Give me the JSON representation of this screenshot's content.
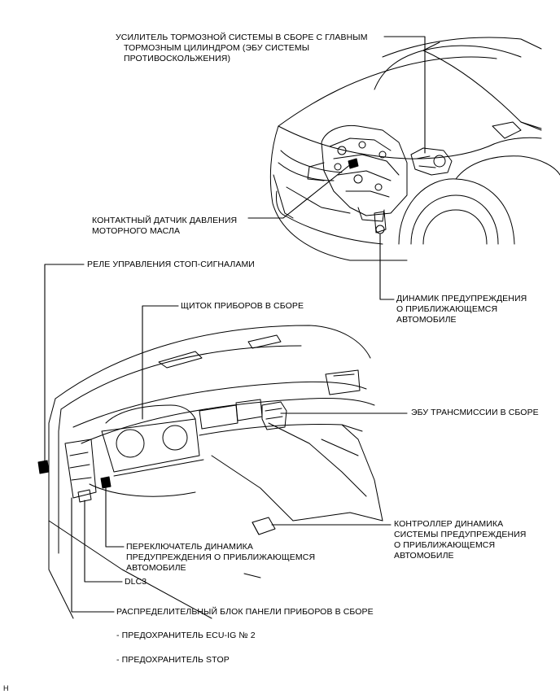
{
  "labels": {
    "brake_booster": {
      "line1": "УСИЛИТЕЛЬ ТОРМОЗНОЙ СИСТЕМЫ В СБОРЕ С ГЛАВНЫМ",
      "line2": "ТОРМОЗНЫМ ЦИЛИНДРОМ (ЭБУ СИСТЕМЫ",
      "line3": "ПРОТИВОСКОЛЬЖЕНИЯ)"
    },
    "oil_pressure_switch": {
      "line1": "КОНТАКТНЫЙ ДАТЧИК ДАВЛЕНИЯ",
      "line2": "МОТОРНОГО МАСЛА"
    },
    "stop_relay": {
      "line1": "РЕЛЕ УПРАВЛЕНИЯ СТОП-СИГНАЛАМИ"
    },
    "approach_speaker": {
      "line1": "ДИНАМИК ПРЕДУПРЕЖДЕНИЯ",
      "line2": "О ПРИБЛИЖАЮЩЕМСЯ",
      "line3": "АВТОМОБИЛЕ"
    },
    "combination_meter": {
      "line1": "ЩИТОК ПРИБОРОВ В СБОРЕ"
    },
    "transmission_ecu": {
      "line1": "ЭБУ ТРАНСМИССИИ В СБОРЕ"
    },
    "speaker_controller": {
      "line1": "КОНТРОЛЛЕР ДИНАМИКА",
      "line2": "СИСТЕМЫ ПРЕДУПРЕЖДЕНИЯ",
      "line3": "О ПРИБЛИЖАЮЩЕМСЯ",
      "line4": "АВТОМОБИЛЕ"
    },
    "speaker_switch": {
      "line1": "ПЕРЕКЛЮЧАТЕЛЬ ДИНАМИКА",
      "line2": "ПРЕДУПРЕЖДЕНИЯ О ПРИБЛИЖАЮЩЕМСЯ",
      "line3": "АВТОМОБИЛЕ"
    },
    "dlc3": {
      "line1": "DLC3"
    },
    "junction_block": {
      "line1": "РАСПРЕДЕЛИТЕЛЬНЫЙ БЛОК ПАНЕЛИ ПРИБОРОВ В СБОРЕ"
    },
    "fuse_ecu_ig": {
      "line1": "- ПРЕДОХРАНИТЕЛЬ ECU-IG № 2"
    },
    "fuse_stop": {
      "line1": "- ПРЕДОХРАНИТЕЛЬ STOP"
    },
    "page_code": {
      "line1": "H"
    }
  }
}
